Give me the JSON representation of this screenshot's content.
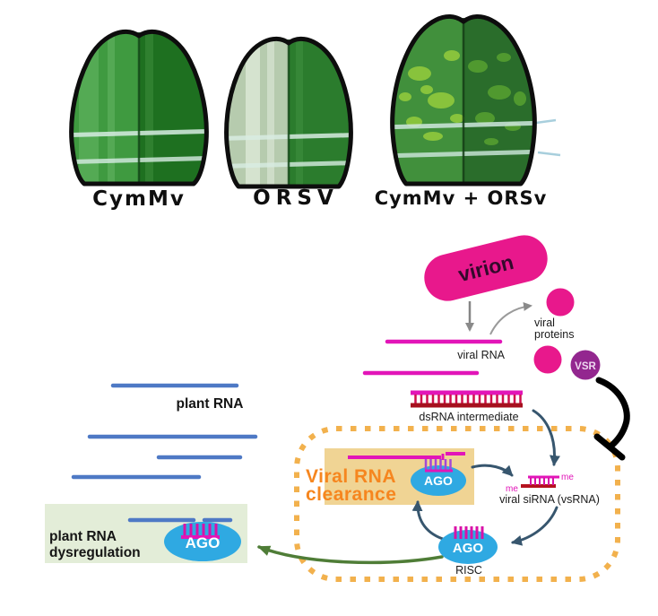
{
  "leaf_panel": {
    "labels": [
      "CymMv",
      "ORSV",
      "CymMv + ORSv"
    ]
  },
  "pathway": {
    "virion": "virion",
    "viral_rna": "viral RNA",
    "viral_proteins_line1": "viral",
    "viral_proteins_line2": "proteins",
    "vsr": "VSR",
    "dsrna": "dsRNA intermediate",
    "clearance_line1": "Viral RNA",
    "clearance_line2": "clearance",
    "ago": "AGO",
    "me": "me",
    "sirna": "viral siRNA (vsRNA)",
    "risc": "RISC",
    "plant_rna": "plant RNA",
    "dysregulation_line1": "plant RNA",
    "dysregulation_line2": "dysregulation"
  },
  "colors": {
    "magenta": "#e215b8",
    "pink": "#e8188c",
    "dark_red": "#a6101e",
    "purple": "#93278f",
    "ago_blue": "#2fa9e2",
    "arrow_slate": "#37566e",
    "arrow_green": "#4f7d37",
    "dotted_orange": "#f2b14d",
    "box_tan": "#f0d494",
    "text_orange": "#f6861f",
    "plant_blue": "#4e79c5",
    "box_green": "#e3edd8"
  }
}
